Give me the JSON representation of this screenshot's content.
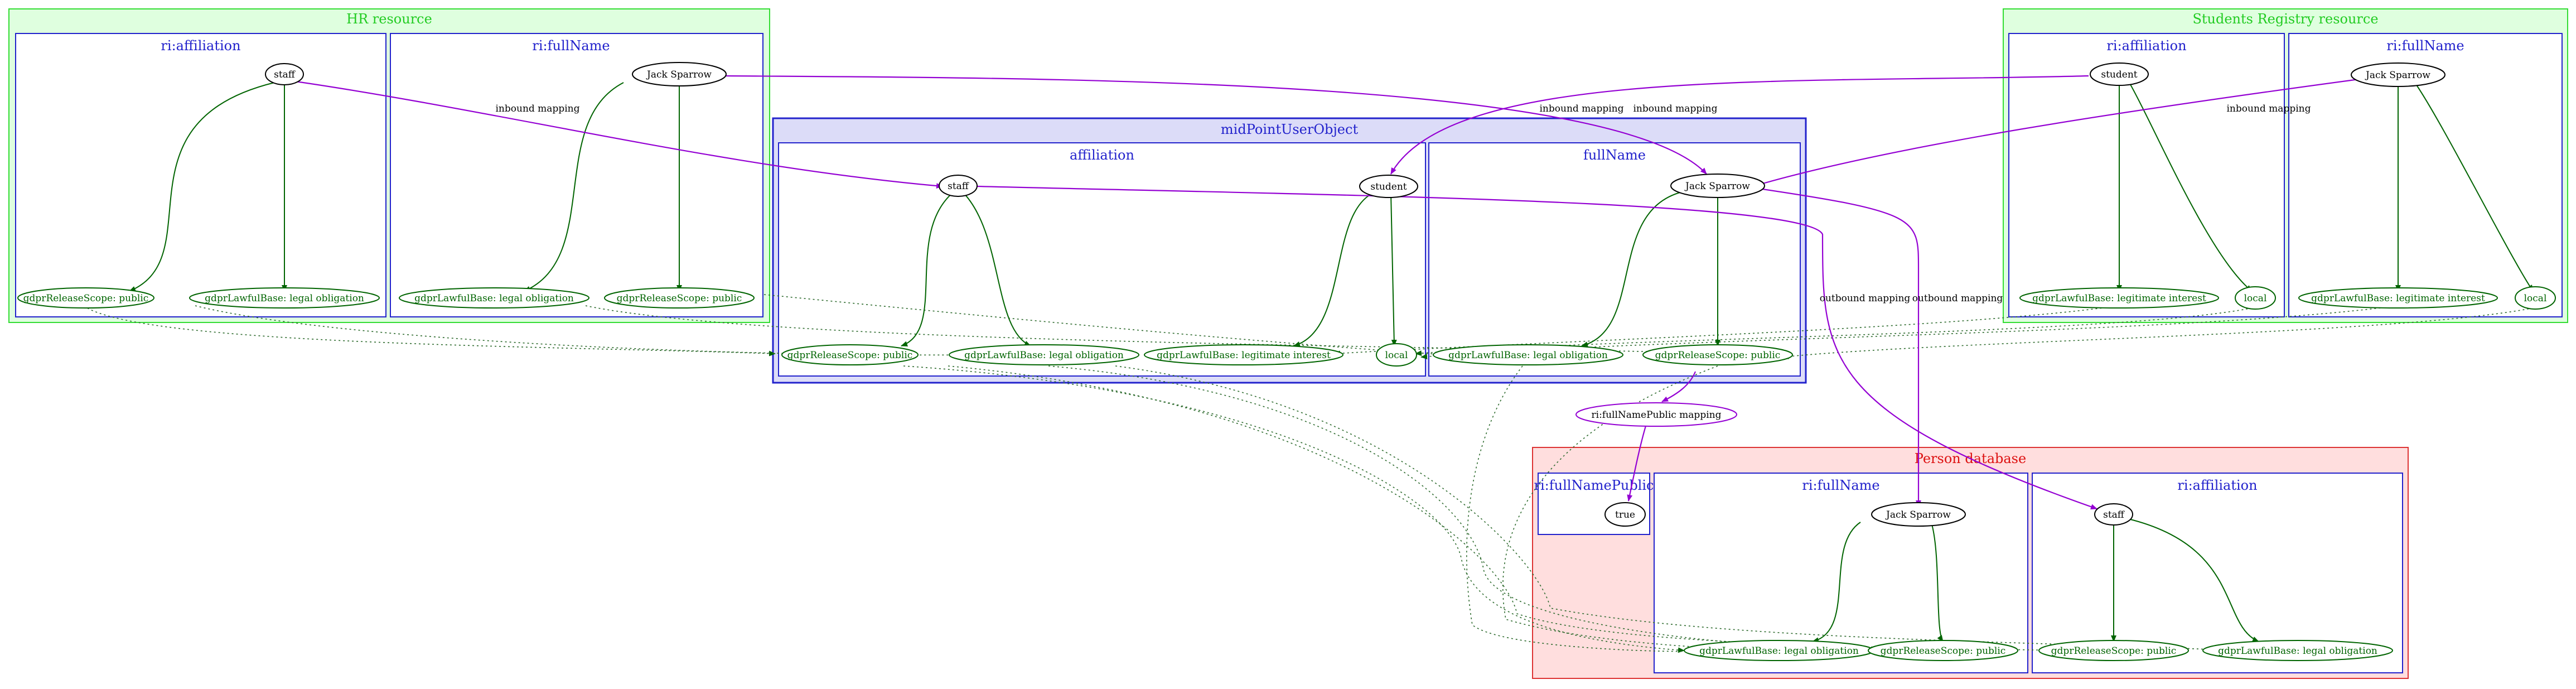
{
  "colors": {
    "green_fill": "#dfffdf",
    "green_border": "#33dd33",
    "blue_fill": "#dcdcf8",
    "blue_border": "#2222cc",
    "red_fill": "#ffdede",
    "red_border": "#dd3333",
    "purple": "#9400d3",
    "darkgreen": "#006400"
  },
  "clusters": {
    "hr": {
      "title": "HR resource",
      "affiliation": {
        "title": "ri:affiliation",
        "value": "staff",
        "scope": "gdprReleaseScope: public",
        "lawful": "gdprLawfulBase: legal obligation"
      },
      "fullname": {
        "title": "ri:fullName",
        "value": "Jack Sparrow",
        "lawful": "gdprLawfulBase: legal obligation",
        "scope": "gdprReleaseScope: public"
      }
    },
    "sr": {
      "title": "Students Registry resource",
      "affiliation": {
        "title": "ri:affiliation",
        "value": "student",
        "lawful": "gdprLawfulBase: legitimate interest",
        "scope": "local"
      },
      "fullname": {
        "title": "ri:fullName",
        "value": "Jack Sparrow",
        "lawful": "gdprLawfulBase: legitimate interest",
        "scope": "local"
      }
    },
    "mp": {
      "title": "midPointUserObject",
      "affiliation": {
        "title": "affiliation",
        "staff": "staff",
        "student": "student",
        "scope": "gdprReleaseScope: public",
        "lawful": "gdprLawfulBase: legal obligation",
        "lawful2": "gdprLawfulBase: legitimate interest",
        "local": "local"
      },
      "fullname": {
        "title": "fullName",
        "value": "Jack Sparrow",
        "lawful": "gdprLawfulBase: legal obligation",
        "scope": "gdprReleaseScope: public"
      }
    },
    "pd": {
      "title": "Person database",
      "public": {
        "title": "ri:fullNamePublic",
        "value": "true"
      },
      "fullname": {
        "title": "ri:fullName",
        "value": "Jack Sparrow",
        "lawful": "gdprLawfulBase: legal obligation",
        "scope": "gdprReleaseScope: public"
      },
      "affiliation": {
        "title": "ri:affiliation",
        "value": "staff",
        "scope": "gdprReleaseScope: public",
        "lawful": "gdprLawfulBase: legal obligation"
      }
    }
  },
  "mapping_node": "ri:fullNamePublic mapping",
  "edge_labels": {
    "inbound": "inbound mapping",
    "outbound": "outbound mapping"
  }
}
